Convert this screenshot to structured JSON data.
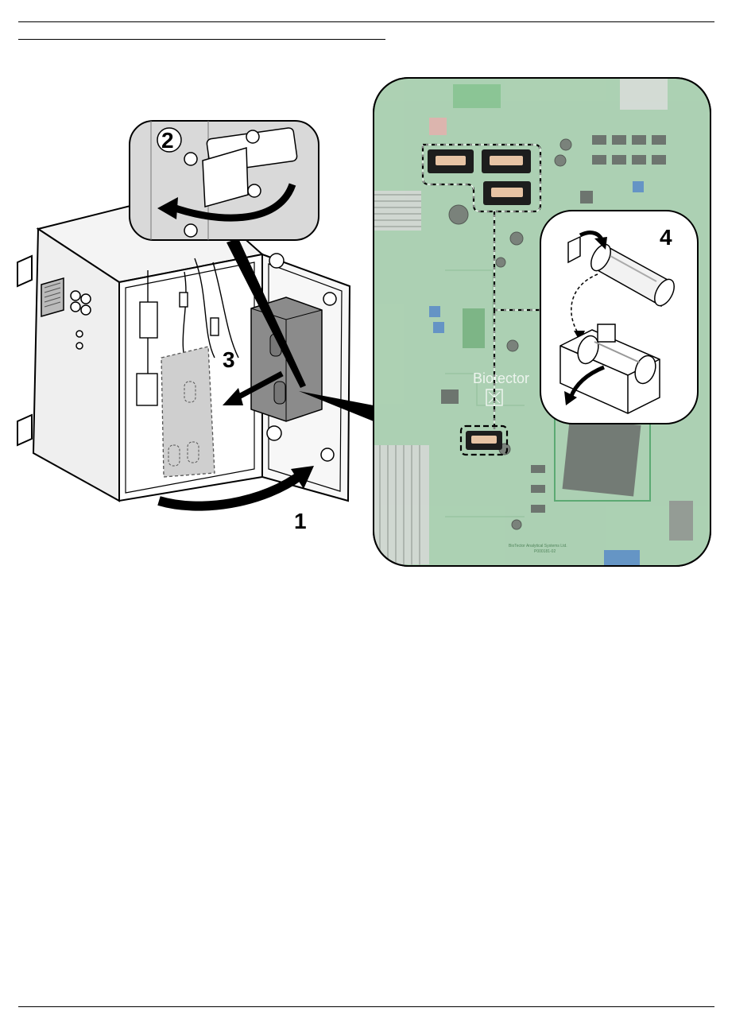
{
  "figure": {
    "steps": [
      "1",
      "2",
      "3",
      "4"
    ],
    "board_brand": "Biotector",
    "board_maker": "BioTector Analytical Systems Ltd.",
    "board_part": "P000181-02",
    "colors": {
      "board_green": "#a9cfb0",
      "board_dark": "#7fb08a",
      "line": "#000000",
      "door_fill": "#f3f3f3",
      "shaded": "#cfcfcf"
    },
    "icons": [
      "enclosure",
      "latch-detail",
      "circuit-board",
      "fuse",
      "fuse-holder",
      "curved-arrow"
    ]
  }
}
